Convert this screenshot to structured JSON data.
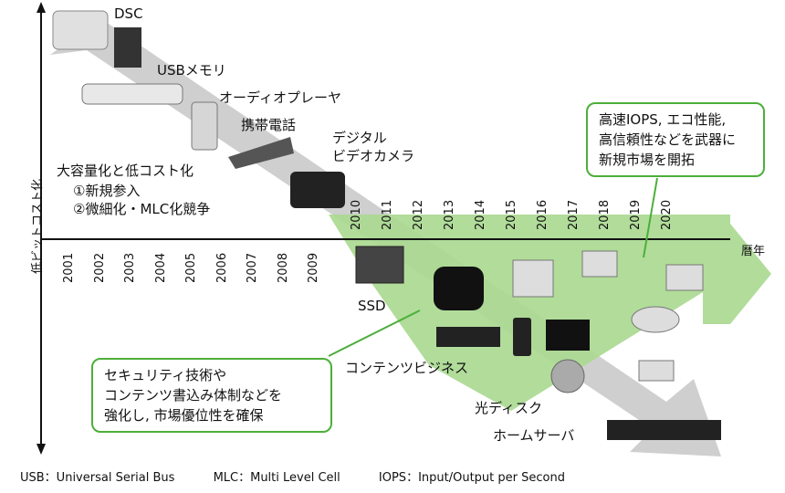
{
  "axis": {
    "y_label": "低ビットコスト化",
    "x_label": "暦年",
    "years_before": [
      "2001",
      "2002",
      "2003",
      "2004",
      "2005",
      "2006",
      "2007",
      "2008",
      "2009"
    ],
    "years_after": [
      "2010",
      "2011",
      "2012",
      "2013",
      "2014",
      "2015",
      "2016",
      "2017",
      "2018",
      "2019",
      "2020"
    ]
  },
  "devices": {
    "dsc": "DSC",
    "usb_memory": "USBメモリ",
    "audio_player": "オーディオプレーヤ",
    "mobile_phone": "携帯電話",
    "video_camera_line1": "デジタル",
    "video_camera_line2": "ビデオカメラ",
    "ssd": "SSD",
    "content_business": "コンテンツビジネス",
    "optical_disk": "光ディスク",
    "home_server": "ホームサーバ"
  },
  "left_text": {
    "line1": "大容量化と低コスト化",
    "line2": "①新規参入",
    "line3": "②微細化・MLC化競争"
  },
  "callouts": {
    "top_right": [
      "高速IOPS, エコ性能,",
      "高信頼性などを武器に",
      "新規市場を開拓"
    ],
    "bottom_left": [
      "セキュリティ技術や",
      "コンテンツ書込み体制などを",
      "強化し, 市場優位性を確保"
    ]
  },
  "footer": {
    "usb": "USB：Universal Serial Bus",
    "mlc": "MLC：Multi Level Cell",
    "iops": "IOPS：Input/Output per Second"
  },
  "colors": {
    "gray_arrow": "#cfcfcf",
    "green_arrow": "#a9d88f",
    "green_border": "#4caf3a",
    "axis": "#111111"
  }
}
